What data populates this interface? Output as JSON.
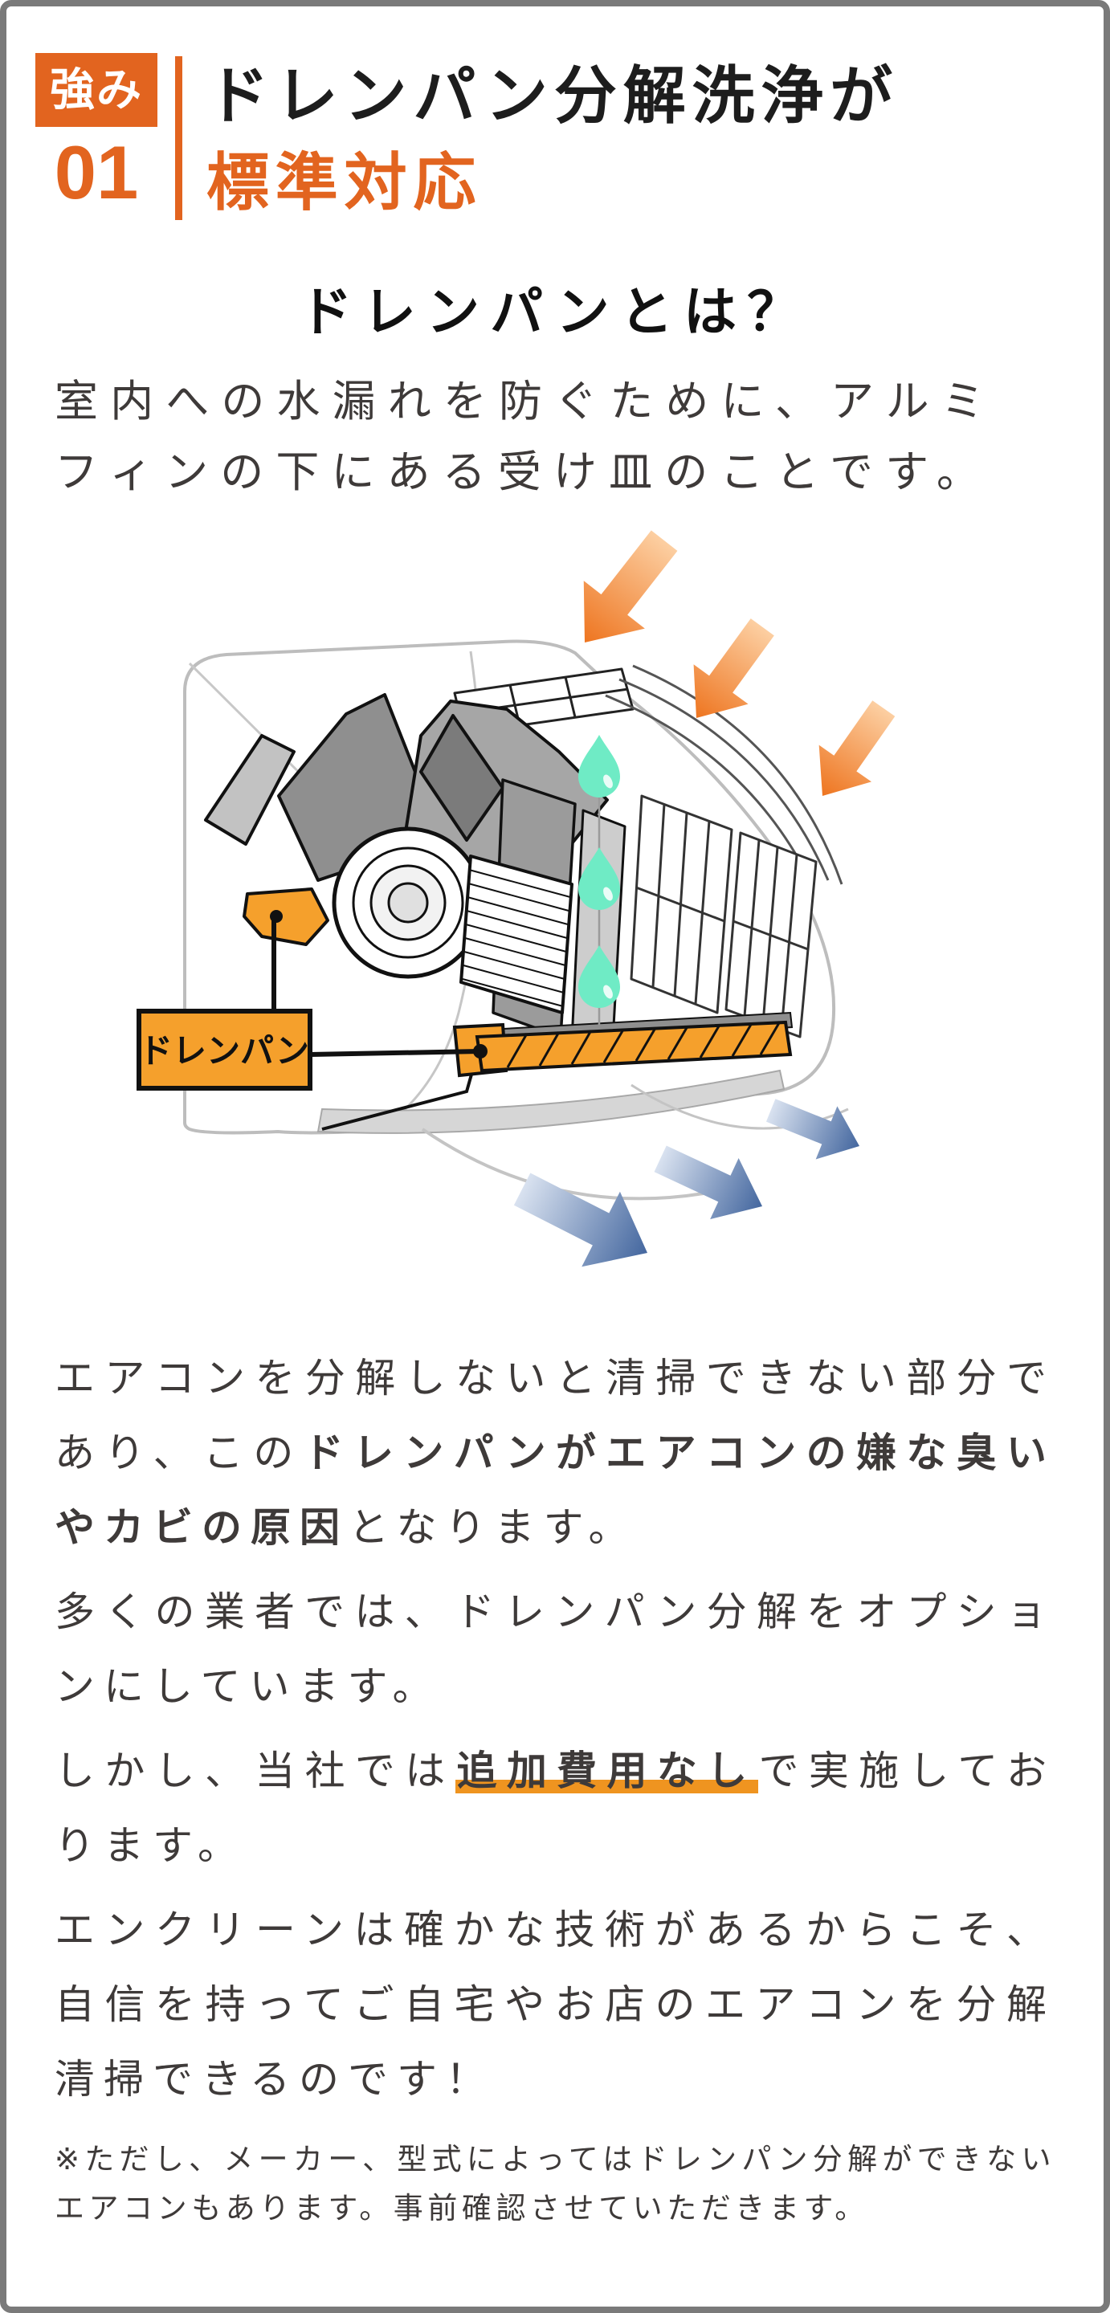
{
  "colors": {
    "accent_orange": "#E2641F",
    "pan_orange": "#F5A02C",
    "marker_orange": "#EF9420",
    "drop_teal": "#6FEBC5",
    "arrow_blue": "#44679F",
    "text_dark": "#3E3A39",
    "frame_gray": "#7a7a7a"
  },
  "header": {
    "badge_label": "強み",
    "badge_number": "01",
    "title_line1": "ドレンパン分解洗浄が",
    "title_line2": "標準対応"
  },
  "intro": {
    "heading": "ドレンパンとは？",
    "body_lines": [
      "室内への水漏れを防ぐために、アルミ",
      "フィンの下にある受け皿のことです。"
    ]
  },
  "diagram": {
    "label": "ドレンパン",
    "inflow_arrow_icon": "orange-airflow-arrow",
    "outflow_arrow_icon": "blue-airflow-arrow",
    "drop_icon": "water-drop"
  },
  "body": {
    "p1_prefix": "エアコンを分解しないと清掃できない部分であり、この",
    "p1_bold": "ドレンパンがエアコンの嫌な臭いやカビの原因",
    "p1_suffix": "となります。",
    "p2": "多くの業者では、ドレンパン分解をオプションにしています。",
    "p3_prefix": "しかし、当社では",
    "p3_marked": "追加費用なし",
    "p3_suffix": "で実施しております。",
    "p4": "エンクリーンは確かな技術があるからこそ、自信を持ってご自宅やお店のエアコンを分解清掃できるのです！"
  },
  "footnote": "※ただし、メーカー、型式によってはドレンパン分解ができないエアコンもあります。事前確認させていただきます。"
}
